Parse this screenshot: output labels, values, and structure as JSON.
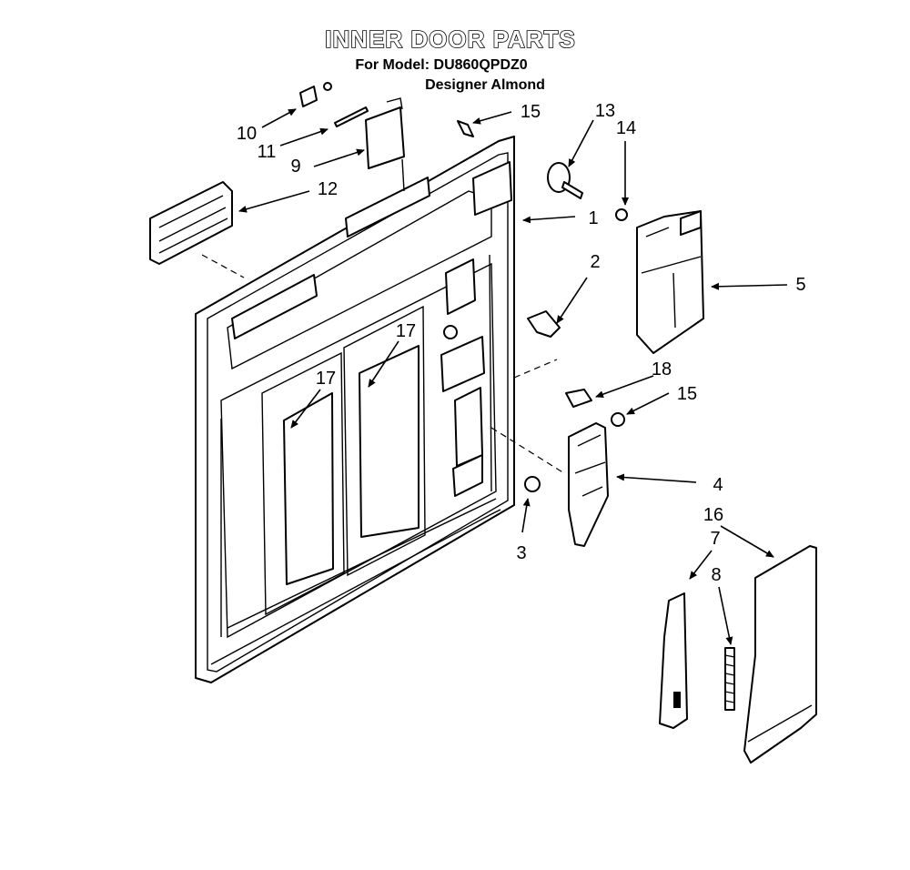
{
  "header": {
    "title": "INNER DOOR PARTS",
    "model_line": "For Model: DU860QPDZ0",
    "color_line": "Designer Almond"
  },
  "callouts": [
    {
      "id": "c1",
      "label": "1"
    },
    {
      "id": "c2",
      "label": "2"
    },
    {
      "id": "c3",
      "label": "3"
    },
    {
      "id": "c4",
      "label": "4"
    },
    {
      "id": "c5",
      "label": "5"
    },
    {
      "id": "c7",
      "label": "7"
    },
    {
      "id": "c8",
      "label": "8"
    },
    {
      "id": "c9",
      "label": "9"
    },
    {
      "id": "c10",
      "label": "10"
    },
    {
      "id": "c11",
      "label": "11"
    },
    {
      "id": "c12",
      "label": "12"
    },
    {
      "id": "c13",
      "label": "13"
    },
    {
      "id": "c14",
      "label": "14"
    },
    {
      "id": "c15a",
      "label": "15"
    },
    {
      "id": "c15b",
      "label": "15"
    },
    {
      "id": "c16",
      "label": "16"
    },
    {
      "id": "c17a",
      "label": "17"
    },
    {
      "id": "c17b",
      "label": "17"
    },
    {
      "id": "c18",
      "label": "18"
    }
  ],
  "icons": {
    "arrowhead": "arrow-head-icon",
    "parts": [
      "inner-door-panel",
      "door-latch",
      "spring",
      "vent-cover",
      "dispenser-module",
      "bracket"
    ]
  },
  "colors": {
    "line": "#000000",
    "background": "#ffffff"
  }
}
